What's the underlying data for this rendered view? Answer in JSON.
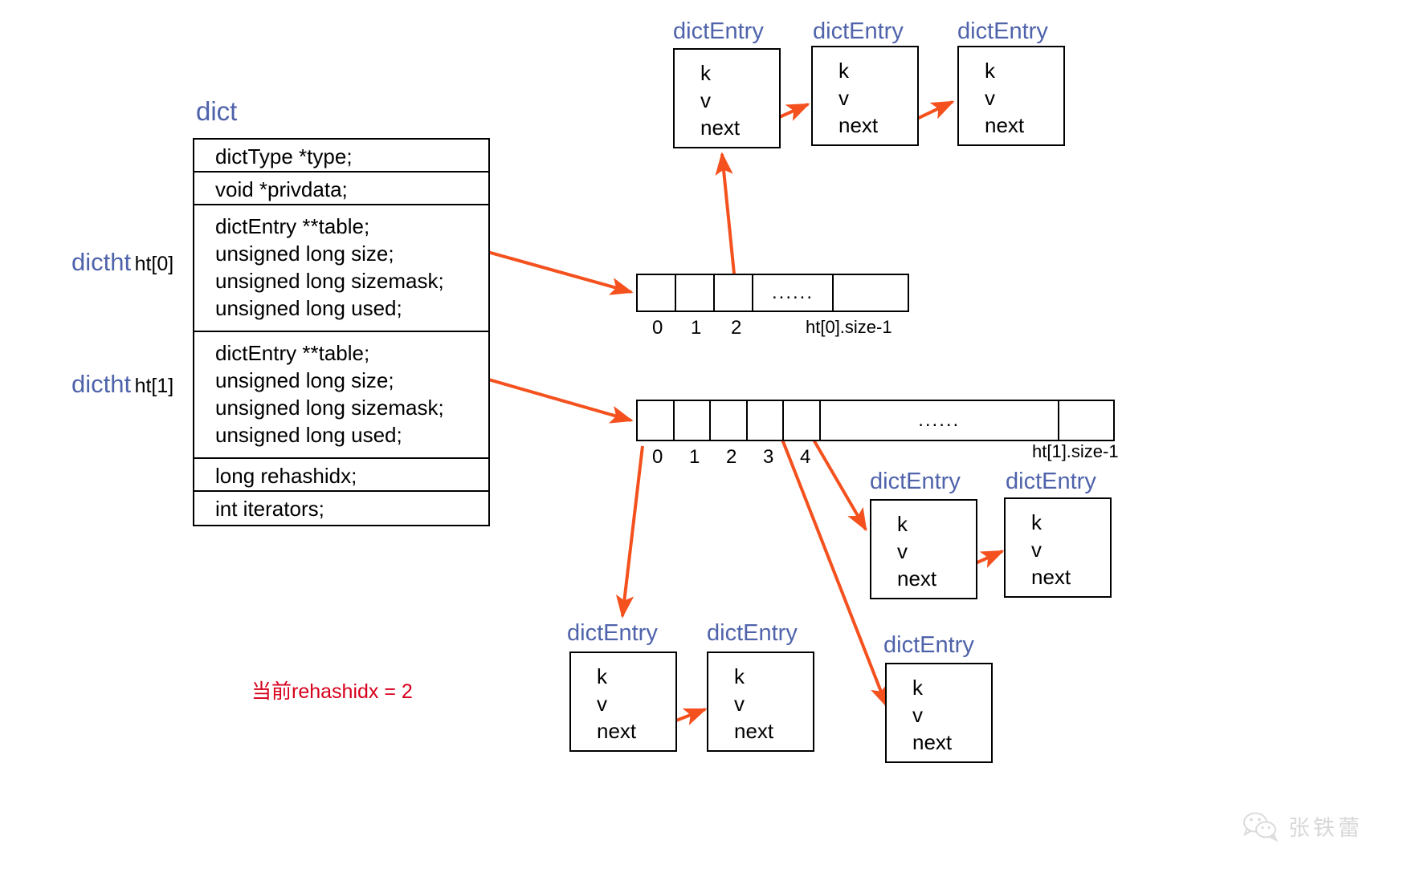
{
  "diagram": {
    "title_dict": "dict",
    "note": "当前rehashidx = 2",
    "colors": {
      "label_blue": "#4f63ab",
      "arrow_orange": "#f4511e",
      "note_red": "#d6001c",
      "box_border": "#000000",
      "background": "#ffffff"
    }
  },
  "dict_struct": {
    "label": "dict",
    "rows": [
      {
        "name": "type-row",
        "lines": [
          "dictType *type;"
        ]
      },
      {
        "name": "privdata-row",
        "lines": [
          "void *privdata;"
        ]
      },
      {
        "name": "ht0-row",
        "lines": [
          "dictEntry **table;",
          "unsigned long size;",
          "unsigned long sizemask;",
          "unsigned long used;"
        ]
      },
      {
        "name": "ht1-row",
        "lines": [
          "dictEntry **table;",
          "unsigned long size;",
          "unsigned long sizemask;",
          "unsigned long used;"
        ]
      },
      {
        "name": "rehashidx-row",
        "lines": [
          "long rehashidx;"
        ]
      },
      {
        "name": "iterators-row",
        "lines": [
          "int iterators;"
        ]
      }
    ],
    "side_labels": [
      {
        "type": "dictht",
        "index": "ht[0]"
      },
      {
        "type": "dictht",
        "index": "ht[1]"
      }
    ]
  },
  "ht0": {
    "name": "ht[0]",
    "ticks": [
      "0",
      "1",
      "2"
    ],
    "dots_cell": "......",
    "end_label": "ht[0].size-1"
  },
  "ht1": {
    "name": "ht[1]",
    "ticks": [
      "0",
      "1",
      "2",
      "3",
      "4"
    ],
    "dots_cell": "......",
    "end_label": "ht[1].size-1"
  },
  "entry_label": "dictEntry",
  "entry_fields": {
    "k": "k",
    "v": "v",
    "next": "next"
  },
  "chains": {
    "ht0_bucket2": {
      "source": "ht[0] index 2",
      "entries": [
        {
          "title": "dictEntry",
          "fields": [
            "k",
            "v",
            "next"
          ]
        },
        {
          "title": "dictEntry",
          "fields": [
            "k",
            "v",
            "next"
          ]
        },
        {
          "title": "dictEntry",
          "fields": [
            "k",
            "v",
            "next"
          ]
        }
      ]
    },
    "ht1_bucket0": {
      "source": "ht[1] index 0",
      "entries": [
        {
          "title": "dictEntry",
          "fields": [
            "k",
            "v",
            "next"
          ]
        },
        {
          "title": "dictEntry",
          "fields": [
            "k",
            "v",
            "next"
          ]
        }
      ]
    },
    "ht1_bucket3": {
      "source": "ht[1] index 3",
      "entries": [
        {
          "title": "dictEntry",
          "fields": [
            "k",
            "v",
            "next"
          ]
        },
        {
          "title": "dictEntry",
          "fields": [
            "k",
            "v",
            "next"
          ]
        }
      ]
    },
    "ht1_bucket4": {
      "source": "ht[1] index 4",
      "entries": [
        {
          "title": "dictEntry",
          "fields": [
            "k",
            "v",
            "next"
          ]
        }
      ]
    }
  },
  "watermark": {
    "icon": "wechat-icon",
    "text": "张铁蕾"
  }
}
